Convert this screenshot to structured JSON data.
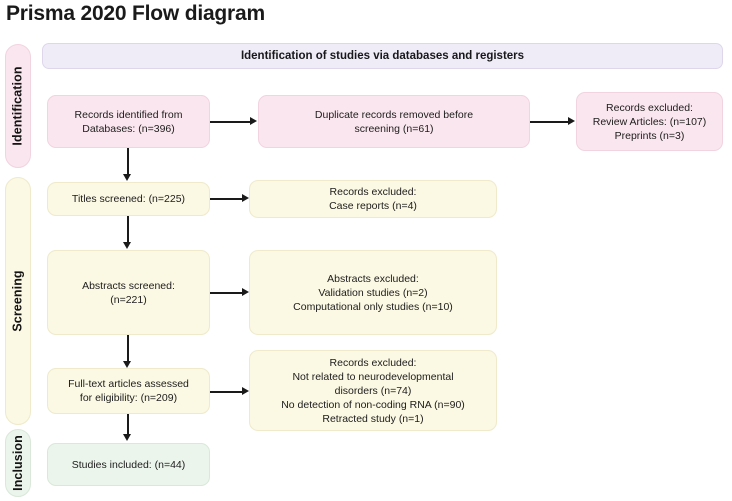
{
  "page_title": "Prisma 2020 Flow diagram",
  "colors": {
    "identification_fill": "#fae6ee",
    "identification_border": "#f2d3e0",
    "screening_fill": "#fbf8e3",
    "screening_border": "#efeacb",
    "inclusion_fill": "#ecf5ec",
    "inclusion_border": "#d9e8d9",
    "banner_fill": "#f0ecf7",
    "banner_border": "#ded7ec",
    "connector": "#1a1a1a",
    "text": "#1d1d1d",
    "background": "#ffffff"
  },
  "stages": [
    {
      "id": "identification",
      "label": "Identification"
    },
    {
      "id": "screening",
      "label": "Screening"
    },
    {
      "id": "inclusion",
      "label": "Inclusion"
    }
  ],
  "banner": {
    "label": "Identification of studies via databases and registers"
  },
  "nodes": {
    "records_identified": {
      "lines": [
        "Records identified from",
        "Databases: (n=396)"
      ]
    },
    "duplicates_removed": {
      "lines": [
        "Duplicate records removed before",
        "screening (n=61)"
      ]
    },
    "records_excluded_identification": {
      "lines": [
        "Records excluded:",
        "Review Articles: (n=107)",
        "Preprints (n=3)"
      ]
    },
    "titles_screened": {
      "lines": [
        "Titles screened: (n=225)"
      ]
    },
    "records_excluded_titles": {
      "lines": [
        "Records excluded:",
        "Case reports  (n=4)"
      ]
    },
    "abstracts_screened": {
      "lines": [
        "Abstracts screened:",
        "(n=221)"
      ]
    },
    "abstracts_excluded": {
      "lines": [
        "Abstracts excluded:",
        "Validation studies (n=2)",
        "Computational only studies (n=10)"
      ]
    },
    "fulltext_assessed": {
      "lines": [
        "Full-text articles assessed",
        "for eligibility: (n=209)"
      ]
    },
    "records_excluded_fulltext": {
      "lines": [
        "Records excluded:",
        "Not related to neurodevelopmental",
        "disorders (n=74)",
        "No detection of non-coding RNA (n=90)",
        "Retracted study (n=1)"
      ]
    },
    "studies_included": {
      "lines": [
        "Studies included: (n=44)"
      ]
    }
  },
  "flow_counts": {
    "records_identified": 396,
    "duplicates_removed": 61,
    "review_articles_excluded": 107,
    "preprints_excluded": 3,
    "titles_screened": 225,
    "case_reports_excluded": 4,
    "abstracts_screened": 221,
    "validation_studies_excluded": 2,
    "computational_only_excluded": 10,
    "fulltext_assessed": 209,
    "not_related_excluded": 74,
    "no_ncrna_excluded": 90,
    "retracted_excluded": 1,
    "studies_included": 44
  }
}
